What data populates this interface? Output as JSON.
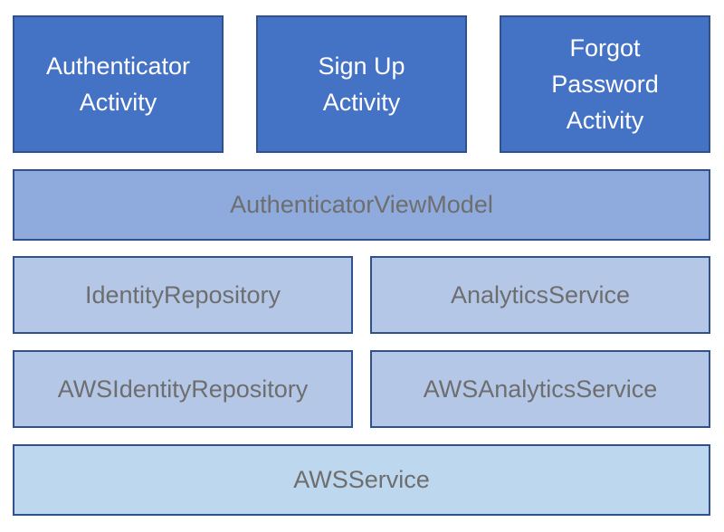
{
  "activities": {
    "authenticator": "Authenticator\nActivity",
    "sign_up": "Sign Up\nActivity",
    "forgot_password": "Forgot\nPassword\nActivity"
  },
  "view_model": "AuthenticatorViewModel",
  "interfaces": {
    "identity_repository": "IdentityRepository",
    "analytics_service": "AnalyticsService"
  },
  "implementations": {
    "aws_identity_repository": "AWSIdentityRepository",
    "aws_analytics_service": "AWSAnalyticsService"
  },
  "base": {
    "aws_service": "AWSService"
  },
  "colors": {
    "activity_fill": "#4472c4",
    "viewmodel_fill": "#8faadc",
    "repository_fill": "#b4c7e7",
    "service_fill": "#bdd7ee",
    "border": "#2f528f"
  }
}
